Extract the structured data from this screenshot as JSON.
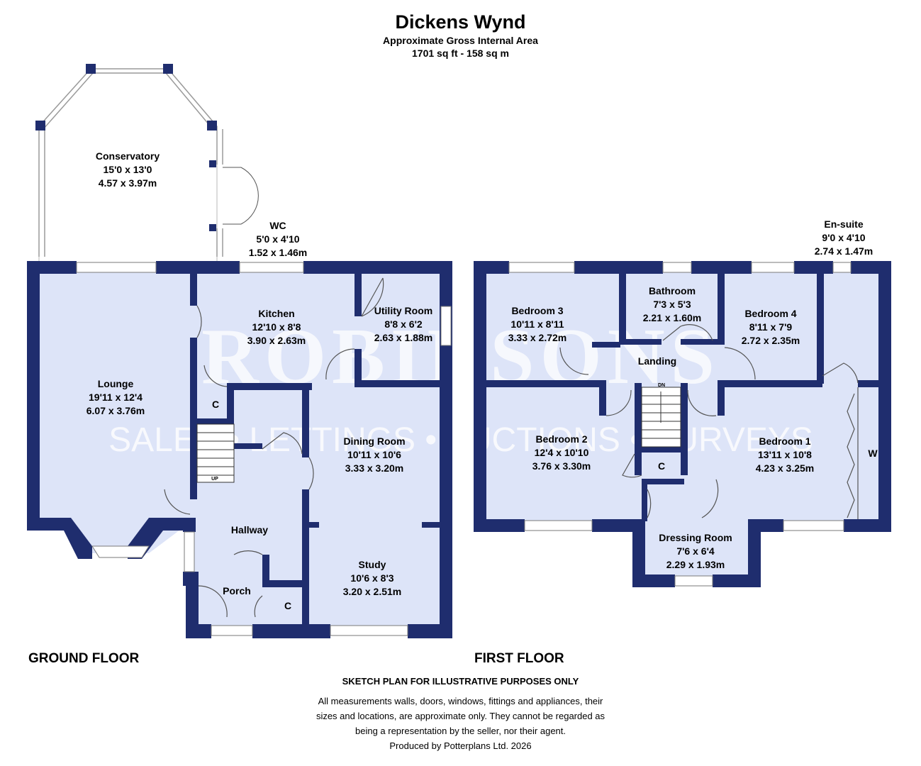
{
  "header": {
    "title": "Dickens Wynd",
    "area_caption": "Approximate Gross Internal Area",
    "area_value": "1701 sq ft - 158 sq m"
  },
  "watermark": {
    "brand": "ROBINSONS",
    "tagline": "SALES • LETTINGS • AUCTIONS • SURVEYS"
  },
  "colors": {
    "wall": "#1f2d6e",
    "floor": "#dde4f8",
    "accent": "#f2d65c"
  },
  "floors": {
    "ground": {
      "label": "GROUND FLOOR",
      "rooms": {
        "conservatory": {
          "name": "Conservatory",
          "imperial": "15'0 x 13'0",
          "metric": "4.57 x 3.97m"
        },
        "wc": {
          "name": "WC",
          "imperial": "5'0 x 4'10",
          "metric": "1.52 x 1.46m"
        },
        "kitchen": {
          "name": "Kitchen",
          "imperial": "12'10 x 8'8",
          "metric": "3.90 x 2.63m"
        },
        "utility": {
          "name": "Utility Room",
          "imperial": "8'8 x 6'2",
          "metric": "2.63 x 1.88m"
        },
        "lounge": {
          "name": "Lounge",
          "imperial": "19'11 x 12'4",
          "metric": "6.07 x 3.76m"
        },
        "dining": {
          "name": "Dining Room",
          "imperial": "10'11 x 10'6",
          "metric": "3.33 x 3.20m"
        },
        "hallway": {
          "name": "Hallway"
        },
        "study": {
          "name": "Study",
          "imperial": "10'6 x 8'3",
          "metric": "3.20 x 2.51m"
        },
        "porch": {
          "name": "Porch"
        }
      },
      "cupboard_label": "C",
      "stairs_label": "UP"
    },
    "first": {
      "label": "FIRST FLOOR",
      "rooms": {
        "ensuite": {
          "name": "En-suite",
          "imperial": "9'0 x 4'10",
          "metric": "2.74 x 1.47m"
        },
        "bedroom3": {
          "name": "Bedroom 3",
          "imperial": "10'11 x 8'11",
          "metric": "3.33 x 2.72m"
        },
        "bathroom": {
          "name": "Bathroom",
          "imperial": "7'3 x 5'3",
          "metric": "2.21 x 1.60m"
        },
        "bedroom4": {
          "name": "Bedroom 4",
          "imperial": "8'11 x 7'9",
          "metric": "2.72 x 2.35m"
        },
        "landing": {
          "name": "Landing"
        },
        "bedroom2": {
          "name": "Bedroom 2",
          "imperial": "12'4 x 10'10",
          "metric": "3.76 x 3.30m"
        },
        "bedroom1": {
          "name": "Bedroom 1",
          "imperial": "13'11 x 10'8",
          "metric": "4.23 x 3.25m"
        },
        "dressing": {
          "name": "Dressing Room",
          "imperial": "7'6 x 6'4",
          "metric": "2.29 x 1.93m"
        }
      },
      "cupboard_label": "C",
      "wardrobe_label": "W",
      "stairs_label": "DN"
    }
  },
  "footer": {
    "disclaimer_title": "SKETCH PLAN FOR ILLUSTRATIVE PURPOSES ONLY",
    "disclaimer_lines": [
      "All measurements walls, doors, windows, fittings and appliances, their",
      "sizes and locations, are approximate only. They cannot be regarded as",
      "being a representation by the seller, nor their agent."
    ],
    "produced_by": "Produced by Potterplans Ltd. 2026"
  }
}
